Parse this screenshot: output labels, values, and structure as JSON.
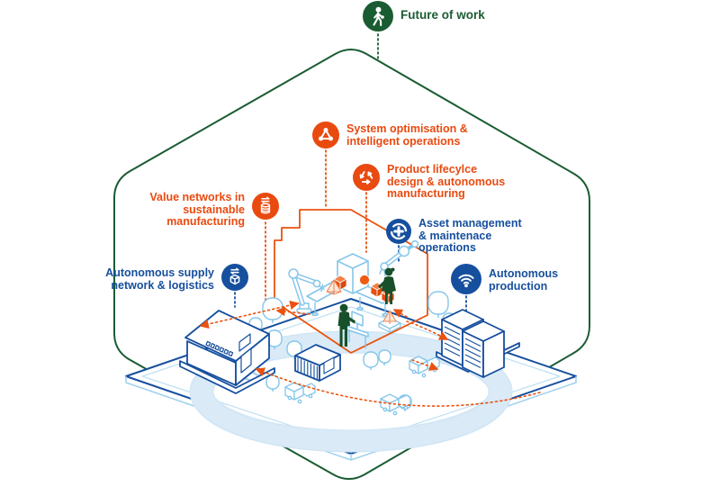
{
  "diagram": {
    "title": "Future of work",
    "labels": {
      "future": {
        "lines": [
          "Future of work"
        ],
        "icon": "walking-person-icon",
        "color": "#1a5c32"
      },
      "system_optimisation": {
        "lines": [
          "System optimisation &",
          "intelligent operations"
        ],
        "icon": "network-triangle-icon",
        "color": "#e94a10"
      },
      "product_lifecycle": {
        "lines": [
          "Product lifecylce",
          "design & autonomous",
          "manufacturing"
        ],
        "icon": "recycle-icon",
        "color": "#e94a10"
      },
      "value_networks": {
        "lines": [
          "Value networks in",
          "sustainable",
          "manufacturing"
        ],
        "icon": "database-sync-icon",
        "color": "#e94a10"
      },
      "asset_management": {
        "lines": [
          "Asset management",
          "& maintenace",
          "operations"
        ],
        "icon": "maintenance-cross-icon",
        "color": "#164f9e"
      },
      "autonomous_supply": {
        "lines": [
          "Autonomous supply",
          "network & logistics"
        ],
        "icon": "package-sync-icon",
        "color": "#164f9e"
      },
      "autonomous_production": {
        "lines": [
          "Autonomous",
          "production"
        ],
        "icon": "wifi-icon",
        "color": "#164f9e"
      }
    },
    "colors": {
      "accent_orange": "#e94a10",
      "accent_blue": "#164f9e",
      "accent_green": "#1a5c32",
      "illustration_blue": "#85c6ea",
      "road_blue": "#daeaf7",
      "figure_green": "#17502a"
    }
  }
}
